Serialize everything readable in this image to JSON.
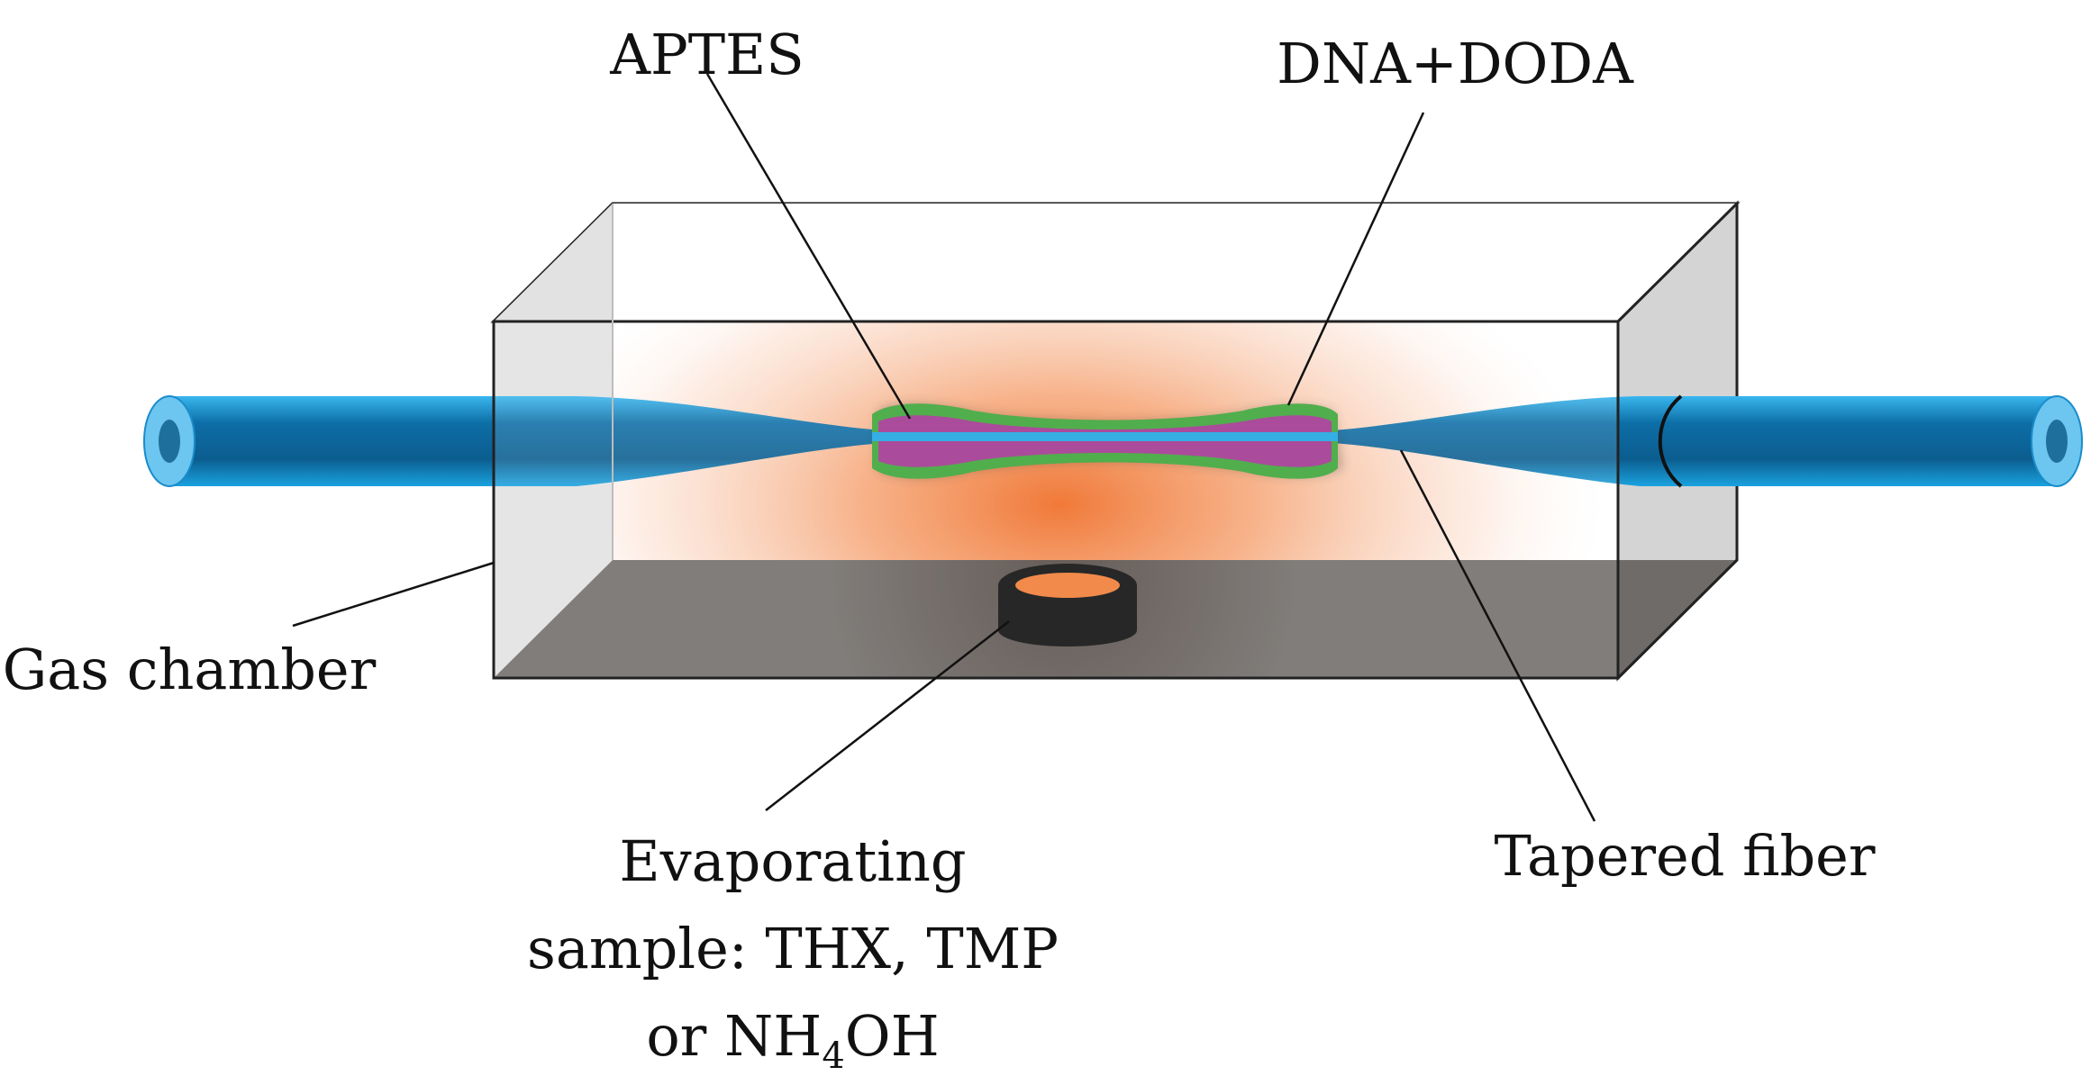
{
  "labels": {
    "aptes": "APTES",
    "dna_doda": "DNA+DODA",
    "gas_chamber": "Gas chamber",
    "tapered_fiber": "Tapered fiber",
    "evap_line1": "Evaporating",
    "evap_line2": "sample: THX, TMP",
    "evap_line3_prefix": "or NH",
    "evap_line3_sub": "4",
    "evap_line3_suffix": "OH"
  },
  "colors": {
    "fiber_blue": "#1aa3e0",
    "fiber_core": "#0b5d8f",
    "coating_green": "#3aa335",
    "coating_purple": "#a0338e",
    "vapor_orange": "#f06a1e",
    "chamber_top": "#bdbdbd",
    "chamber_floor": "#6e6a66"
  }
}
